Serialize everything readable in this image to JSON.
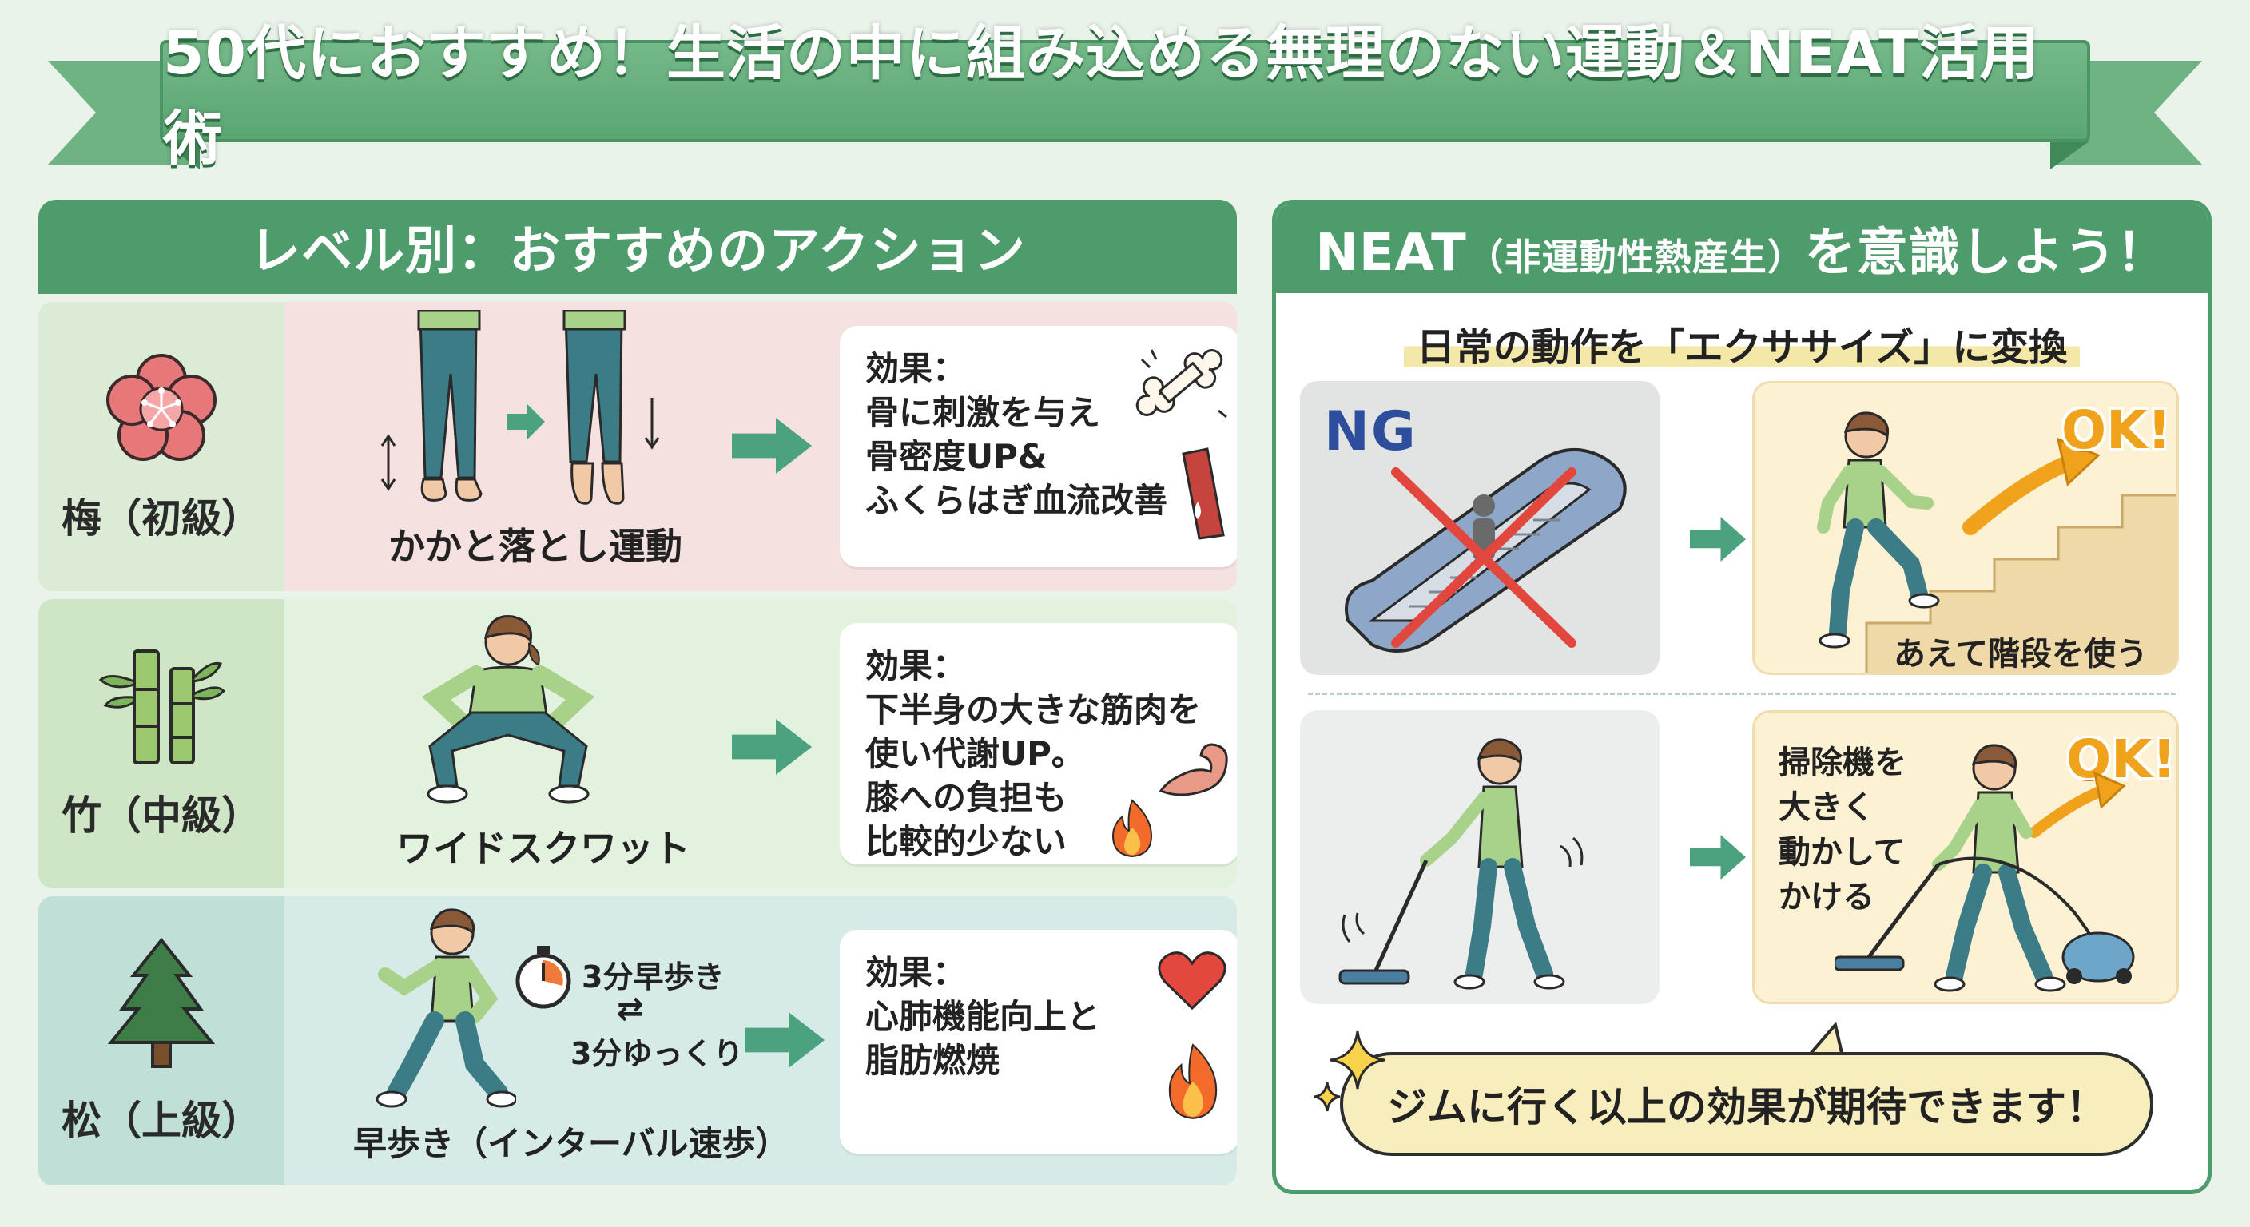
{
  "title": "50代におすすめ！生活の中に組み込める無理のない運動＆NEAT活用術",
  "left_panel": {
    "header": "レベル別：おすすめのアクション",
    "levels": [
      {
        "badge": "梅（初級）",
        "action": "かかと落とし運動",
        "effect_lines": [
          "効果：",
          "骨に刺激を与え",
          "骨密度UP&",
          "ふくらはぎ血流改善"
        ]
      },
      {
        "badge": "竹（中級）",
        "action": "ワイドスクワット",
        "effect_lines": [
          "効果：",
          "下半身の大きな筋肉を",
          "使い代謝UP。",
          "膝への負担も",
          "比較的少ない"
        ]
      },
      {
        "badge": "松（上級）",
        "action": "早歩き（インターバル速歩）",
        "interval_fast": "3分早歩き",
        "interval_swap": "⇄",
        "interval_slow": "3分ゆっくり",
        "effect_lines": [
          "効果：",
          "心肺機能向上と",
          "脂肪燃焼"
        ]
      }
    ]
  },
  "right_panel": {
    "header_main": "NEAT",
    "header_paren": "（非運動性熱産生）",
    "header_tail": "を意識しよう！",
    "subheading": "日常の動作を「エクササイズ」に変換",
    "ng_label": "NG",
    "ok_label": "OK!",
    "stairs_caption": "あえて階段を使う",
    "vacuum_caption": [
      "掃除機を",
      "大きく",
      "動かして",
      "かける"
    ],
    "bubble": "ジムに行く以上の効果が期待できます！"
  },
  "colors": {
    "background": "#e9f3ea",
    "header_green": "#4e9c6c",
    "arrow_teal": "#4aa27e",
    "ok_orange": "#f0a21c",
    "ng_blue": "#2c4e9c"
  }
}
